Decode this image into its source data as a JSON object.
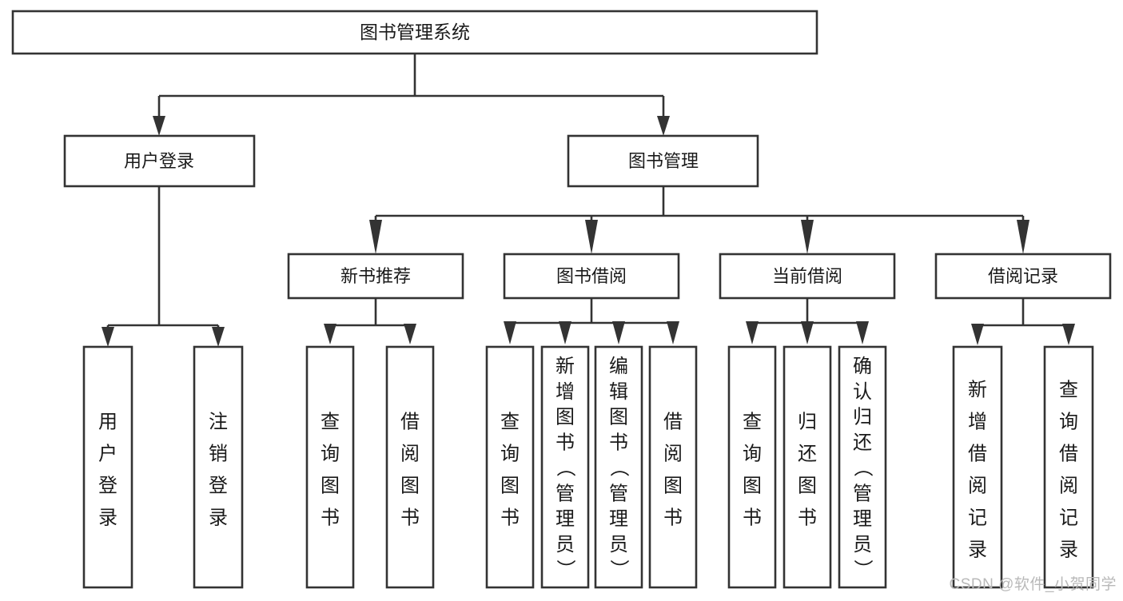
{
  "chart_data": {
    "type": "diagram",
    "diagram_kind": "tree-hierarchy",
    "title": "图书管理系统",
    "orientation": "top-down",
    "levels": 3,
    "root": {
      "label": "图书管理系统",
      "children": [
        {
          "label": "用户登录",
          "children": [
            {
              "label": "用户登录"
            },
            {
              "label": "注销登录"
            }
          ]
        },
        {
          "label": "图书管理",
          "children": [
            {
              "label": "新书推荐",
              "children": [
                {
                  "label": "查询图书"
                },
                {
                  "label": "借阅图书"
                }
              ]
            },
            {
              "label": "图书借阅",
              "children": [
                {
                  "label": "查询图书"
                },
                {
                  "label": "新增图书（管理员）"
                },
                {
                  "label": "编辑图书（管理员）"
                },
                {
                  "label": "借阅图书"
                }
              ]
            },
            {
              "label": "当前借阅",
              "children": [
                {
                  "label": "查询图书"
                },
                {
                  "label": "归还图书"
                },
                {
                  "label": "确认归还（管理员）"
                }
              ]
            },
            {
              "label": "借阅记录",
              "children": [
                {
                  "label": "新增借阅记录"
                },
                {
                  "label": "查询借阅记录"
                }
              ]
            }
          ]
        }
      ]
    }
  },
  "colors": {
    "background": "#ffffff",
    "box_fill": "#ffffff",
    "box_stroke": "#333333",
    "text": "#1a1a1a",
    "watermark": "#b9b9b9"
  },
  "nodes": {
    "root": {
      "label": "图书管理系统"
    },
    "level2": [
      {
        "label": "用户登录"
      },
      {
        "label": "图书管理"
      }
    ],
    "level3": [
      {
        "label": "新书推荐"
      },
      {
        "label": "图书借阅"
      },
      {
        "label": "当前借阅"
      },
      {
        "label": "借阅记录"
      }
    ],
    "leaves": {
      "user_login": [
        {
          "label": "用户登录"
        },
        {
          "label": "注销登录"
        }
      ],
      "new_book": [
        {
          "label": "查询图书"
        },
        {
          "label": "借阅图书"
        }
      ],
      "book_borrow": [
        {
          "label": "查询图书"
        },
        {
          "label": "新增图书（管理员）"
        },
        {
          "label": "编辑图书（管理员）"
        },
        {
          "label": "借阅图书"
        }
      ],
      "current_borrow": [
        {
          "label": "查询图书"
        },
        {
          "label": "归还图书"
        },
        {
          "label": "确认归还（管理员）"
        }
      ],
      "borrow_record": [
        {
          "label": "新增借阅记录"
        },
        {
          "label": "查询借阅记录"
        }
      ]
    }
  },
  "watermark": {
    "text": "CSDN @软件_小贺同学"
  }
}
